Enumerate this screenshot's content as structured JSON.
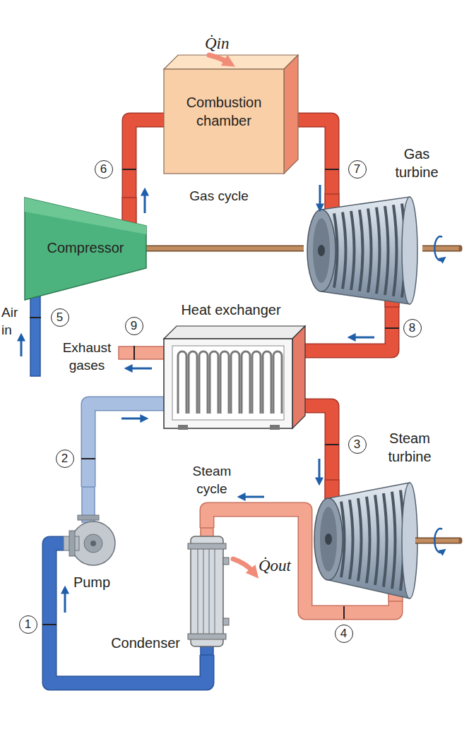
{
  "diagram": {
    "nodes": [
      {
        "text": [
          "Combustion chamber"
        ]
      },
      {
        "text": [
          "Compressor"
        ]
      },
      {
        "text": [
          "Gas turbine"
        ]
      },
      {
        "text": [
          "Heat exchanger"
        ]
      },
      {
        "text": [
          "Steam turbine"
        ]
      },
      {
        "text": [
          "Pump"
        ]
      },
      {
        "text": [
          "Condenser"
        ]
      }
    ],
    "edges": [
      {
        "from": 1,
        "to": 0,
        "arrow": "none"
      },
      {
        "from": 0,
        "to": 2,
        "arrow": "none"
      },
      {
        "from": 2,
        "to": 3,
        "arrow": "none"
      },
      {
        "from": 3,
        "to": 4,
        "arrow": "none"
      },
      {
        "from": 4,
        "to": 6,
        "arrow": "none"
      },
      {
        "from": 6,
        "to": 5,
        "arrow": "none"
      },
      {
        "from": 5,
        "to": 3,
        "arrow": "none"
      },
      {
        "from": 1,
        "to": 2,
        "arrow": "none"
      }
    ],
    "labels": [
      "Q̇in",
      "6",
      "7",
      "Gas cycle",
      "Air in",
      "5",
      "9",
      "Exhaust gases",
      "8",
      "2",
      "3",
      "Steam cycle",
      "Q̇out",
      "1",
      "4"
    ]
  }
}
